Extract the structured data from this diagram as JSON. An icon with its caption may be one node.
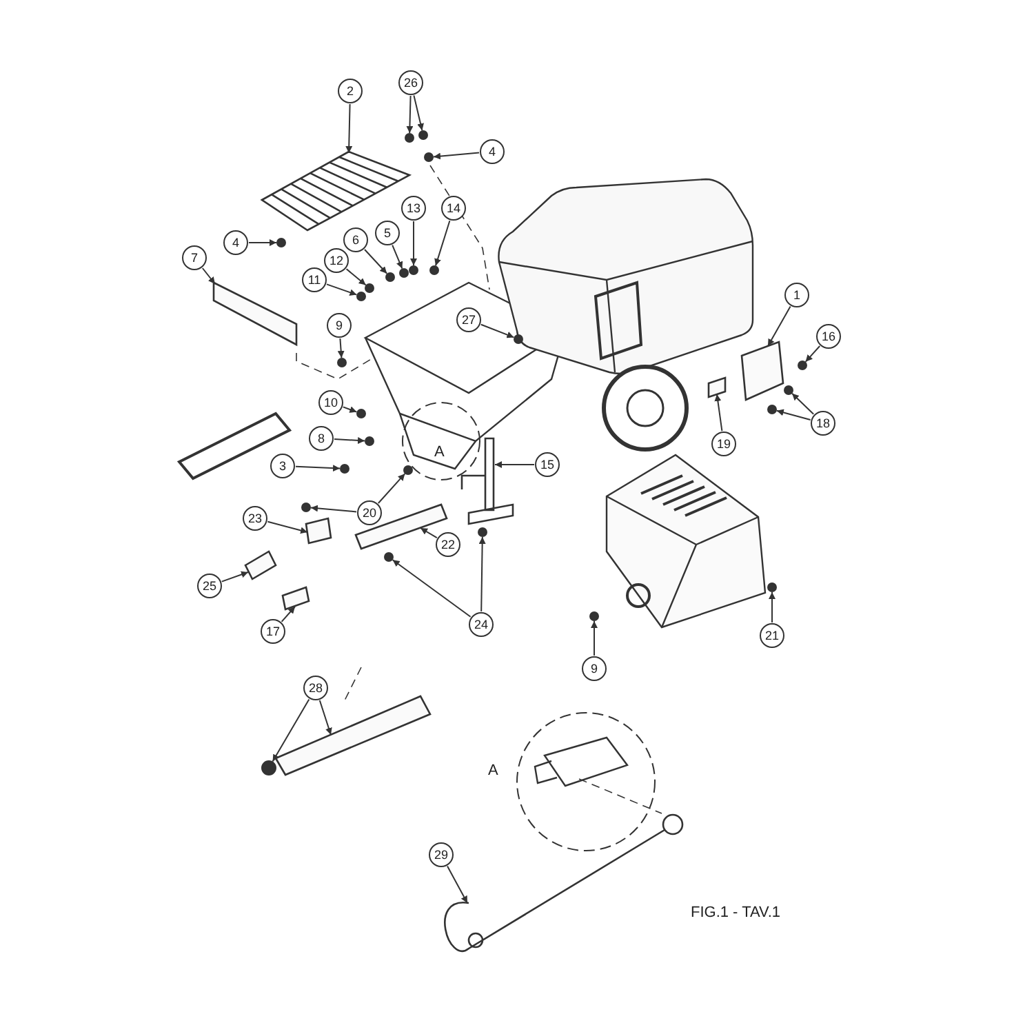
{
  "diagram": {
    "caption": "FIG.1 - TAV.1",
    "nodes": [
      {
        "text": [
          "2"
        ]
      },
      {
        "text": [
          "26"
        ]
      },
      {
        "text": [
          "4"
        ]
      },
      {
        "text": [
          "4"
        ]
      },
      {
        "text": [
          "7"
        ]
      },
      {
        "text": [
          "6"
        ]
      },
      {
        "text": [
          "5"
        ]
      },
      {
        "text": [
          "13"
        ]
      },
      {
        "text": [
          "14"
        ]
      },
      {
        "text": [
          "12"
        ]
      },
      {
        "text": [
          "11"
        ]
      },
      {
        "text": [
          "9"
        ]
      },
      {
        "text": [
          "27"
        ]
      },
      {
        "text": [
          "1"
        ]
      },
      {
        "text": [
          "16"
        ]
      },
      {
        "text": [
          "18"
        ]
      },
      {
        "text": [
          "19"
        ]
      },
      {
        "text": [
          "10"
        ]
      },
      {
        "text": [
          "8"
        ]
      },
      {
        "text": [
          "15"
        ]
      },
      {
        "text": [
          "3"
        ]
      },
      {
        "text": [
          "20"
        ]
      },
      {
        "text": [
          "23"
        ]
      },
      {
        "text": [
          "22"
        ]
      },
      {
        "text": [
          "25"
        ]
      },
      {
        "text": [
          "17"
        ]
      },
      {
        "text": [
          "24"
        ]
      },
      {
        "text": [
          "21"
        ]
      },
      {
        "text": [
          "9"
        ]
      },
      {
        "text": [
          "28"
        ]
      },
      {
        "text": [
          "29"
        ]
      },
      {
        "text": [],
        "shape": "picture"
      },
      {
        "text": [],
        "shape": "circle"
      },
      {
        "text": [],
        "shape": "circle"
      },
      {
        "text": [],
        "shape": "circle"
      },
      {
        "text": [],
        "shape": "circle"
      },
      {
        "text": [],
        "shape": "box"
      },
      {
        "text": [],
        "shape": "circle"
      },
      {
        "text": [],
        "shape": "circle"
      },
      {
        "text": [],
        "shape": "circle"
      },
      {
        "text": [],
        "shape": "circle"
      },
      {
        "text": [],
        "shape": "circle"
      },
      {
        "text": [],
        "shape": "circle"
      },
      {
        "text": [],
        "shape": "circle"
      },
      {
        "text": [],
        "shape": "circle"
      },
      {
        "text": [],
        "shape": "box"
      },
      {
        "text": [],
        "shape": "circle"
      },
      {
        "text": [],
        "shape": "circle"
      },
      {
        "text": [],
        "shape": "circle"
      },
      {
        "text": [],
        "shape": "box"
      },
      {
        "text": [],
        "shape": "circle"
      },
      {
        "text": [],
        "shape": "circle"
      },
      {
        "text": [],
        "shape": "picture"
      },
      {
        "text": [],
        "shape": "circle"
      },
      {
        "text": [],
        "shape": "circle"
      },
      {
        "text": [],
        "shape": "circle"
      },
      {
        "text": [],
        "shape": "box"
      },
      {
        "text": [],
        "shape": "box"
      },
      {
        "text": [],
        "shape": "box"
      },
      {
        "text": [],
        "shape": "box"
      },
      {
        "text": [],
        "shape": "circle"
      },
      {
        "text": [],
        "shape": "circle"
      },
      {
        "text": [],
        "shape": "circle"
      },
      {
        "text": [],
        "shape": "circle"
      },
      {
        "text": [],
        "shape": "circle"
      },
      {
        "text": [],
        "shape": "box"
      },
      {
        "text": [],
        "shape": "picture"
      }
    ],
    "edges": [
      {
        "from": 0,
        "to": 31,
        "arrow": "to"
      },
      {
        "from": 1,
        "to": 32,
        "arrow": "to"
      },
      {
        "from": 1,
        "to": 33,
        "arrow": "to"
      },
      {
        "from": 2,
        "to": 34,
        "arrow": "to"
      },
      {
        "from": 3,
        "to": 35,
        "arrow": "to"
      },
      {
        "from": 4,
        "to": 36,
        "arrow": "to"
      },
      {
        "from": 5,
        "to": 37,
        "arrow": "to"
      },
      {
        "from": 6,
        "to": 38,
        "arrow": "to"
      },
      {
        "from": 7,
        "to": 39,
        "arrow": "to"
      },
      {
        "from": 8,
        "to": 40,
        "arrow": "to"
      },
      {
        "from": 9,
        "to": 41,
        "arrow": "to"
      },
      {
        "from": 10,
        "to": 42,
        "arrow": "to"
      },
      {
        "from": 11,
        "to": 43,
        "arrow": "to"
      },
      {
        "from": 12,
        "to": 44,
        "arrow": "to"
      },
      {
        "from": 13,
        "to": 45,
        "arrow": "to"
      },
      {
        "from": 14,
        "to": 46,
        "arrow": "to"
      },
      {
        "from": 15,
        "to": 47,
        "arrow": "to"
      },
      {
        "from": 15,
        "to": 48,
        "arrow": "to"
      },
      {
        "from": 16,
        "to": 49,
        "arrow": "to"
      },
      {
        "from": 17,
        "to": 50,
        "arrow": "to"
      },
      {
        "from": 18,
        "to": 51,
        "arrow": "to"
      },
      {
        "from": 19,
        "to": 52,
        "arrow": "to"
      },
      {
        "from": 20,
        "to": 53,
        "arrow": "to"
      },
      {
        "from": 21,
        "to": 54,
        "arrow": "to"
      },
      {
        "from": 21,
        "to": 55,
        "arrow": "to"
      },
      {
        "from": 22,
        "to": 56,
        "arrow": "to"
      },
      {
        "from": 23,
        "to": 57,
        "arrow": "to"
      },
      {
        "from": 24,
        "to": 58,
        "arrow": "to"
      },
      {
        "from": 25,
        "to": 59,
        "arrow": "to"
      },
      {
        "from": 26,
        "to": 60,
        "arrow": "to"
      },
      {
        "from": 26,
        "to": 61,
        "arrow": "to"
      },
      {
        "from": 27,
        "to": 62,
        "arrow": "to"
      },
      {
        "from": 28,
        "to": 63,
        "arrow": "to"
      },
      {
        "from": 29,
        "to": 64,
        "arrow": "to"
      },
      {
        "from": 29,
        "to": 65,
        "arrow": "to"
      },
      {
        "from": 30,
        "to": 66,
        "arrow": "to"
      }
    ],
    "labels": [
      "A",
      "A"
    ]
  }
}
